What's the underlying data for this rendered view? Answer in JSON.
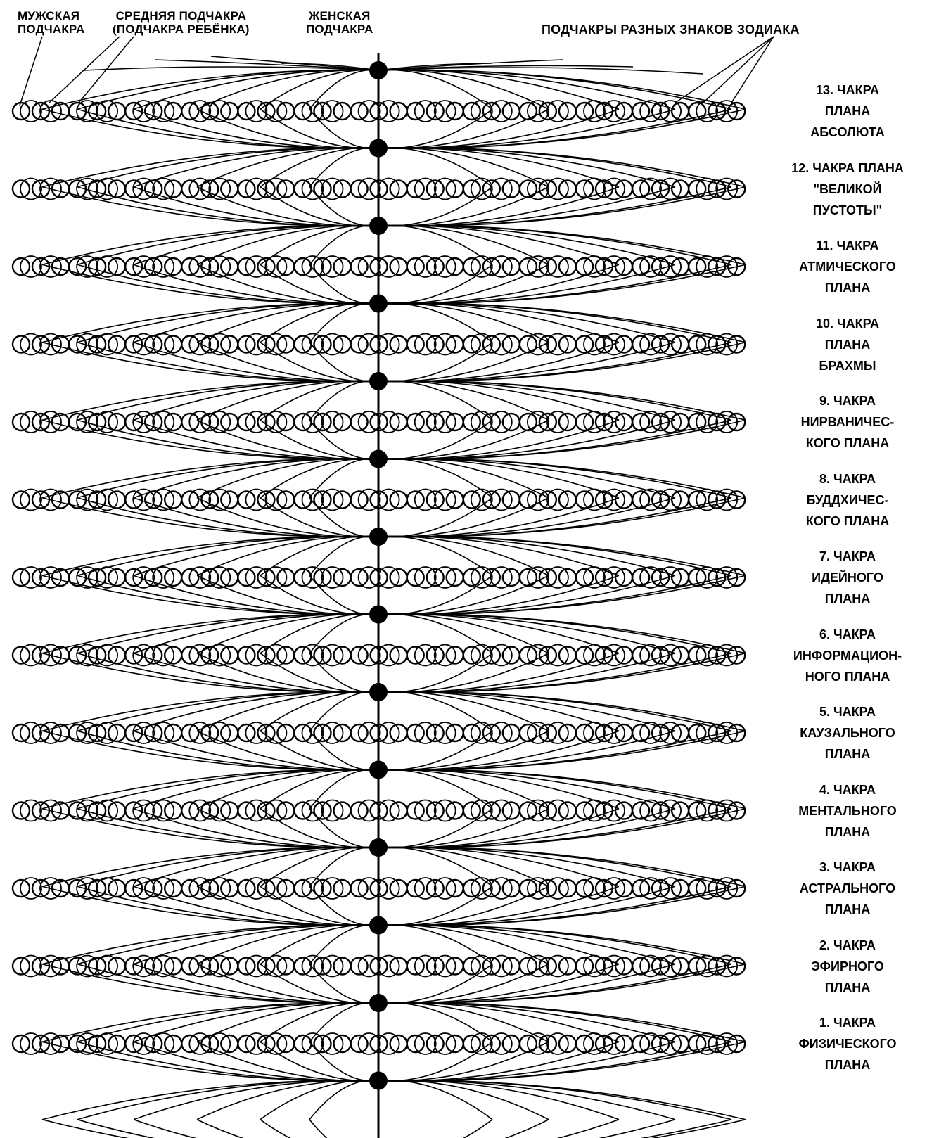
{
  "top_labels": {
    "male": "МУЖСКАЯ\nПОДЧАКРА",
    "middle": "СРЕДНЯЯ ПОДЧАКРА\n(ПОДЧАКРА РЕБЁНКА)",
    "female": "ЖЕНСКАЯ\nПОДЧАКРА",
    "zodiac": "ПОДЧАКРЫ РАЗНЫХ ЗНАКОВ ЗОДИАКА"
  },
  "planes": [
    {
      "number": "13",
      "lines": [
        "13. ЧАКРА",
        "ПЛАНА",
        "АБСОЛЮТА"
      ]
    },
    {
      "number": "12",
      "lines": [
        "12. ЧАКРА ПЛАНА",
        "\"ВЕЛИКОЙ",
        "ПУСТОТЫ\""
      ]
    },
    {
      "number": "11",
      "lines": [
        "11. ЧАКРА",
        "АТМИЧЕСКОГО",
        "ПЛАНА"
      ]
    },
    {
      "number": "10",
      "lines": [
        "10. ЧАКРА",
        "ПЛАНА",
        "БРАХМЫ"
      ]
    },
    {
      "number": "9",
      "lines": [
        "9. ЧАКРА",
        "НИРВАНИЧЕС-",
        "КОГО ПЛАНА"
      ]
    },
    {
      "number": "8",
      "lines": [
        "8. ЧАКРА",
        "БУДДХИЧЕС-",
        "КОГО ПЛАНА"
      ]
    },
    {
      "number": "7",
      "lines": [
        "7. ЧАКРА",
        "ИДЕЙНОГО",
        "ПЛАНА"
      ]
    },
    {
      "number": "6",
      "lines": [
        "6. ЧАКРА",
        "ИНФОРМАЦИОН-",
        "НОГО ПЛАНА"
      ]
    },
    {
      "number": "5",
      "lines": [
        "5. ЧАКРА",
        "КАУЗАЛЬНОГО",
        "ПЛАНА"
      ]
    },
    {
      "number": "4",
      "lines": [
        "4. ЧАКРА",
        "МЕНТАЛЬНОГО",
        "ПЛАНА"
      ]
    },
    {
      "number": "3",
      "lines": [
        "3. ЧАКРА",
        "АСТРАЛЬНОГО",
        "ПЛАНА"
      ]
    },
    {
      "number": "2",
      "lines": [
        "2. ЧАКРА",
        "ЭФИРНОГО",
        "ПЛАНА"
      ]
    },
    {
      "number": "1",
      "lines": [
        "1. ЧАКРА",
        "ФИЗИЧЕСКОГО",
        "ПЛАНА"
      ]
    }
  ],
  "subchakra_groups_per_row": 13,
  "colors": {
    "ink": "#000000",
    "paper": "#ffffff"
  }
}
